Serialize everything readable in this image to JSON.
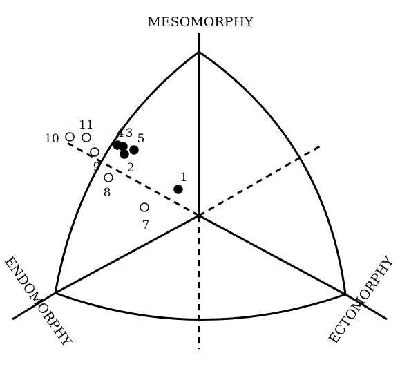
{
  "chart_data": {
    "type": "scatter",
    "title": "",
    "axes": {
      "top": "MESOMORPHY",
      "left": "ENDOMORPHY",
      "right": "ECTOMORPHY"
    },
    "points": [
      {
        "label": "1",
        "filled": true
      },
      {
        "label": "2",
        "filled": true
      },
      {
        "label": "3",
        "filled": true
      },
      {
        "label": "4",
        "filled": true
      },
      {
        "label": "5",
        "filled": true
      },
      {
        "label": "7",
        "filled": false
      },
      {
        "label": "8",
        "filled": false
      },
      {
        "label": "9",
        "filled": false
      },
      {
        "label": "10",
        "filled": false
      },
      {
        "label": "11",
        "filled": false
      }
    ]
  }
}
